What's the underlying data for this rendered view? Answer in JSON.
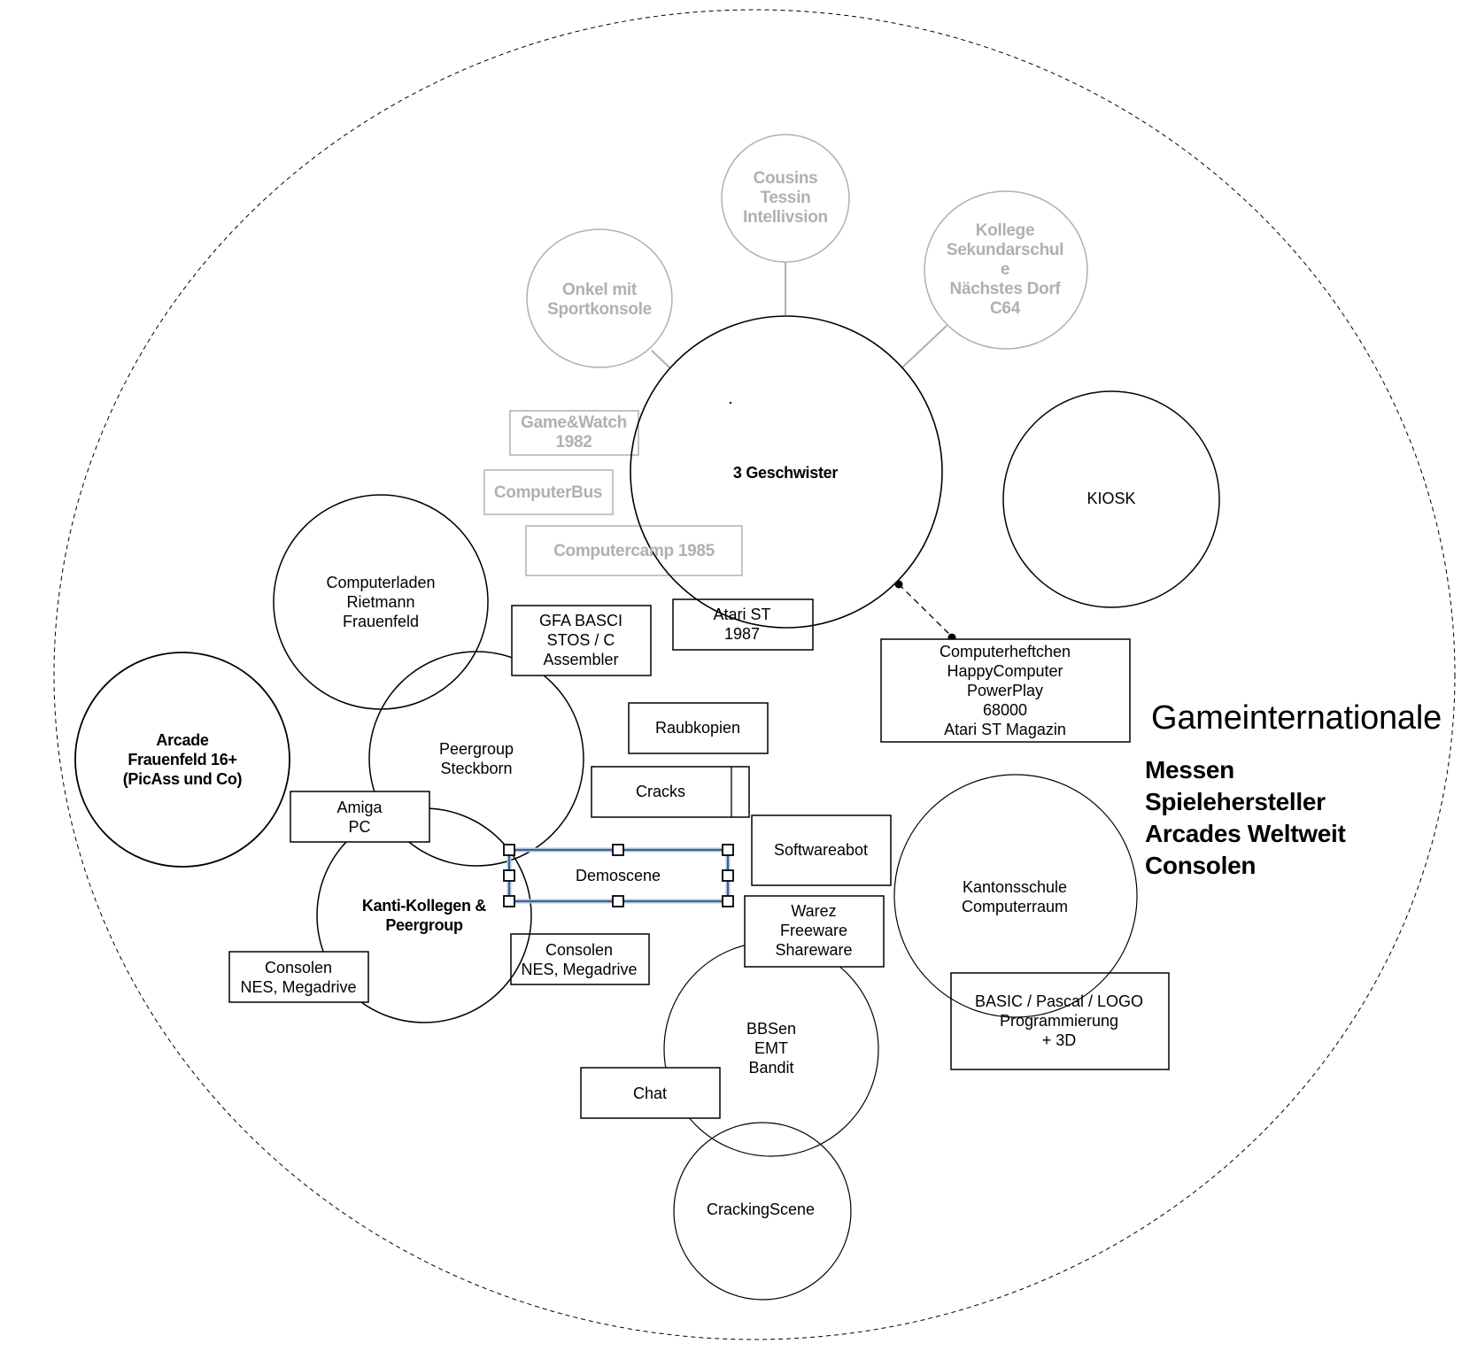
{
  "diagram": {
    "title": "Gameinternationale",
    "international_items": [
      "Messen",
      "Spielehersteller",
      "Arcades Weltweit",
      "Consolen"
    ],
    "colors": {
      "stroke": "#000000",
      "muted": "#b0b0b0",
      "selection": "#a9c4e6"
    },
    "circles": [
      {
        "id": "onkel",
        "label": "Onkel mit\nSportkonsole",
        "style": "muted"
      },
      {
        "id": "cousins",
        "label": "Cousins\nTessin\nIntellivsion",
        "style": "muted"
      },
      {
        "id": "kollege",
        "label": "Kollege\nSekundarschul\ne\nNächstes Dorf\nC64",
        "style": "muted"
      },
      {
        "id": "geschwister",
        "label": "3 Geschwister",
        "style": "bold"
      },
      {
        "id": "kiosk",
        "label": "KIOSK",
        "style": "normal"
      },
      {
        "id": "computerladen",
        "label": "Computerladen\nRietmann\nFrauenfeld",
        "style": "normal"
      },
      {
        "id": "arcade",
        "label": "Arcade\nFrauenfeld 16+\n(PicAss und Co)",
        "style": "bold"
      },
      {
        "id": "peergroup",
        "label": "Peergroup\nSteckborn",
        "style": "normal"
      },
      {
        "id": "kanti",
        "label": "Kanti-Kollegen &\nPeergroup",
        "style": "bold"
      },
      {
        "id": "kantonsschule",
        "label": "Kantonsschule\nComputerraum",
        "style": "normal"
      },
      {
        "id": "bbsen",
        "label": "BBSen\nEMT\nBandit",
        "style": "normal"
      },
      {
        "id": "cracking",
        "label": "CrackingScene",
        "style": "normal"
      }
    ],
    "boxes": [
      {
        "id": "gamewatch",
        "label": "Game&Watch\n1982",
        "style": "muted"
      },
      {
        "id": "computerbus",
        "label": "ComputerBus",
        "style": "muted"
      },
      {
        "id": "computercamp",
        "label": "Computercamp 1985",
        "style": "muted"
      },
      {
        "id": "gfa",
        "label": "GFA BASCI\nSTOS  / C\nAssembler",
        "style": "normal"
      },
      {
        "id": "atari",
        "label": "Atari ST\n1987",
        "style": "normal"
      },
      {
        "id": "heftchen",
        "label": "Computerheftchen\nHappyComputer\nPowerPlay\n68000\nAtari ST Magazin",
        "style": "normal"
      },
      {
        "id": "raubkopien",
        "label": "Raubkopien",
        "style": "normal"
      },
      {
        "id": "cracks",
        "label": "Cracks",
        "style": "normal"
      },
      {
        "id": "softwareabot",
        "label": "Softwareabot",
        "style": "normal"
      },
      {
        "id": "demoscene",
        "label": "Demoscene",
        "style": "normal",
        "selected": true
      },
      {
        "id": "amiga",
        "label": "Amiga\nPC",
        "style": "normal"
      },
      {
        "id": "consolen1",
        "label": "Consolen\nNES, Megadrive",
        "style": "normal"
      },
      {
        "id": "consolen2",
        "label": "Consolen\nNES, Megadrive",
        "style": "normal"
      },
      {
        "id": "warez",
        "label": "Warez\nFreeware\nShareware",
        "style": "normal"
      },
      {
        "id": "basic",
        "label": "BASIC / Pascal / LOGO\nProgrammierung\n+ 3D",
        "style": "normal"
      },
      {
        "id": "chat",
        "label": "Chat",
        "style": "normal"
      }
    ]
  }
}
